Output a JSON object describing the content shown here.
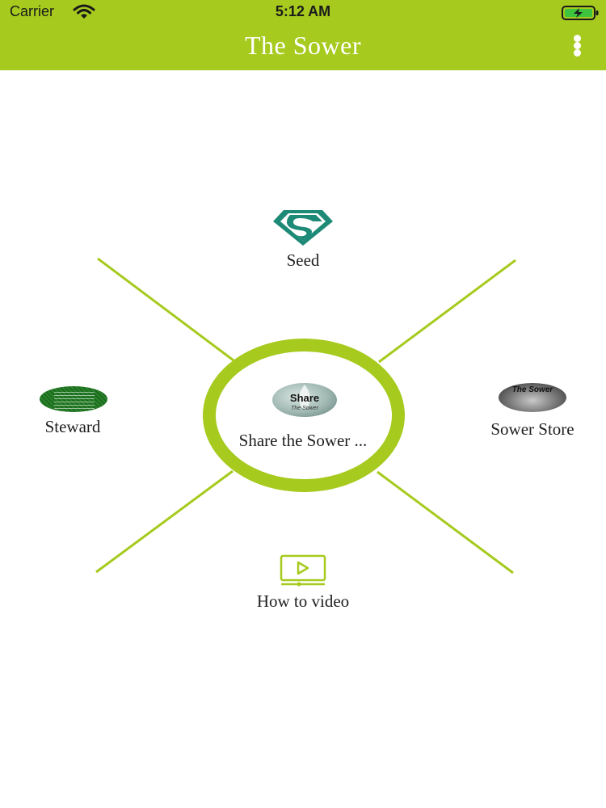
{
  "status_bar": {
    "carrier": "Carrier",
    "time": "5:12 AM"
  },
  "header": {
    "title": "The Sower",
    "menu_icon": "vertical-ellipsis-icon"
  },
  "menu": {
    "center": {
      "label": "Share the Sower ...",
      "thumb_title": "Share",
      "thumb_caption": "The Sower"
    },
    "top": {
      "label": "Seed",
      "icon": "superman-s-shield-icon"
    },
    "left": {
      "label": "Steward"
    },
    "right": {
      "label": "Sower Store",
      "thumb_caption": "The Sower"
    },
    "bottom": {
      "label": "How to video",
      "icon": "video-play-icon"
    }
  },
  "colors": {
    "brand": "#a6ca1e",
    "seed_icon": "#1d8a77",
    "video_icon": "#a6ca1e"
  }
}
